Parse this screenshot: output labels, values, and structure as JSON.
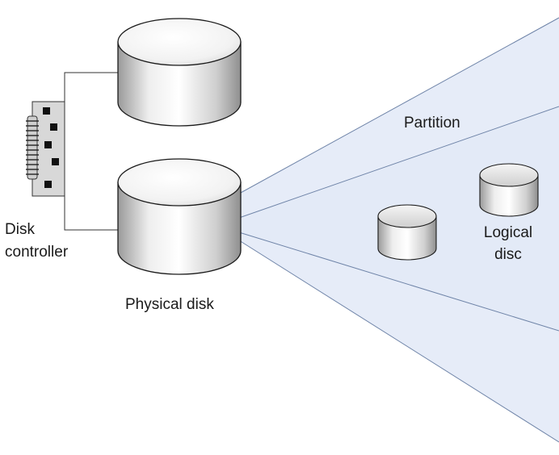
{
  "labels": {
    "disk_controller_line1": "Disk",
    "disk_controller_line2": "controller",
    "physical_disk": "Physical disk",
    "partition": "Partition",
    "logical_disc_line1": "Logical",
    "logical_disc_line2": "disc"
  },
  "colors": {
    "fan_fill": "#e6ecf8",
    "fan_stroke": "#6f84a8",
    "disk_stroke": "#1a1a1a",
    "chip": "#111111",
    "board": "#d8d8d8"
  }
}
